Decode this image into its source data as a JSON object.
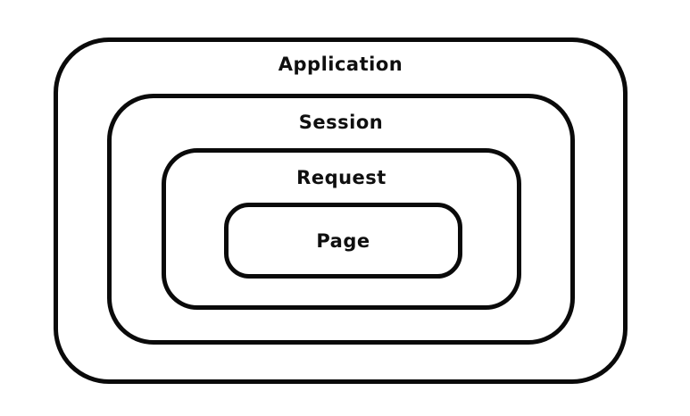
{
  "diagram": {
    "type": "nested-scope-diagram",
    "border_color": "#0a0a0a",
    "background_color": "#ffffff",
    "levels": [
      {
        "label": "Application"
      },
      {
        "label": "Session"
      },
      {
        "label": "Request"
      },
      {
        "label": "Page"
      }
    ]
  }
}
